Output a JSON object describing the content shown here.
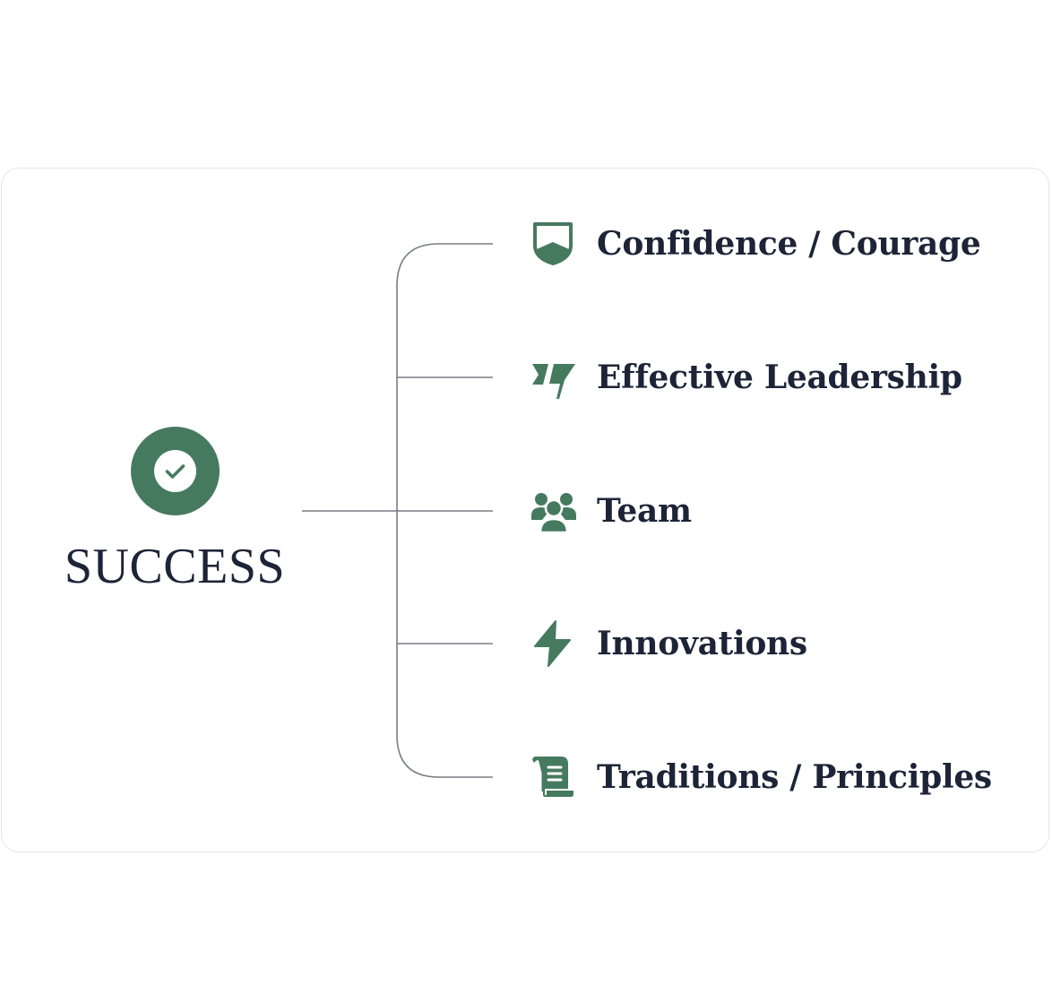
{
  "diagram": {
    "accent_color": "#467a5f",
    "text_color": "#1d2437",
    "line_color": "#7a7d85",
    "hub": {
      "label": "SUCCESS",
      "icon": "check-circle-icon"
    },
    "branches": [
      {
        "label": "Confidence / Courage",
        "icon": "shield-icon"
      },
      {
        "label": "Effective Leadership",
        "icon": "leadership-bolt-icon"
      },
      {
        "label": "Team",
        "icon": "team-icon"
      },
      {
        "label": "Innovations",
        "icon": "lightning-icon"
      },
      {
        "label": "Traditions / Principles",
        "icon": "scroll-icon"
      }
    ]
  }
}
